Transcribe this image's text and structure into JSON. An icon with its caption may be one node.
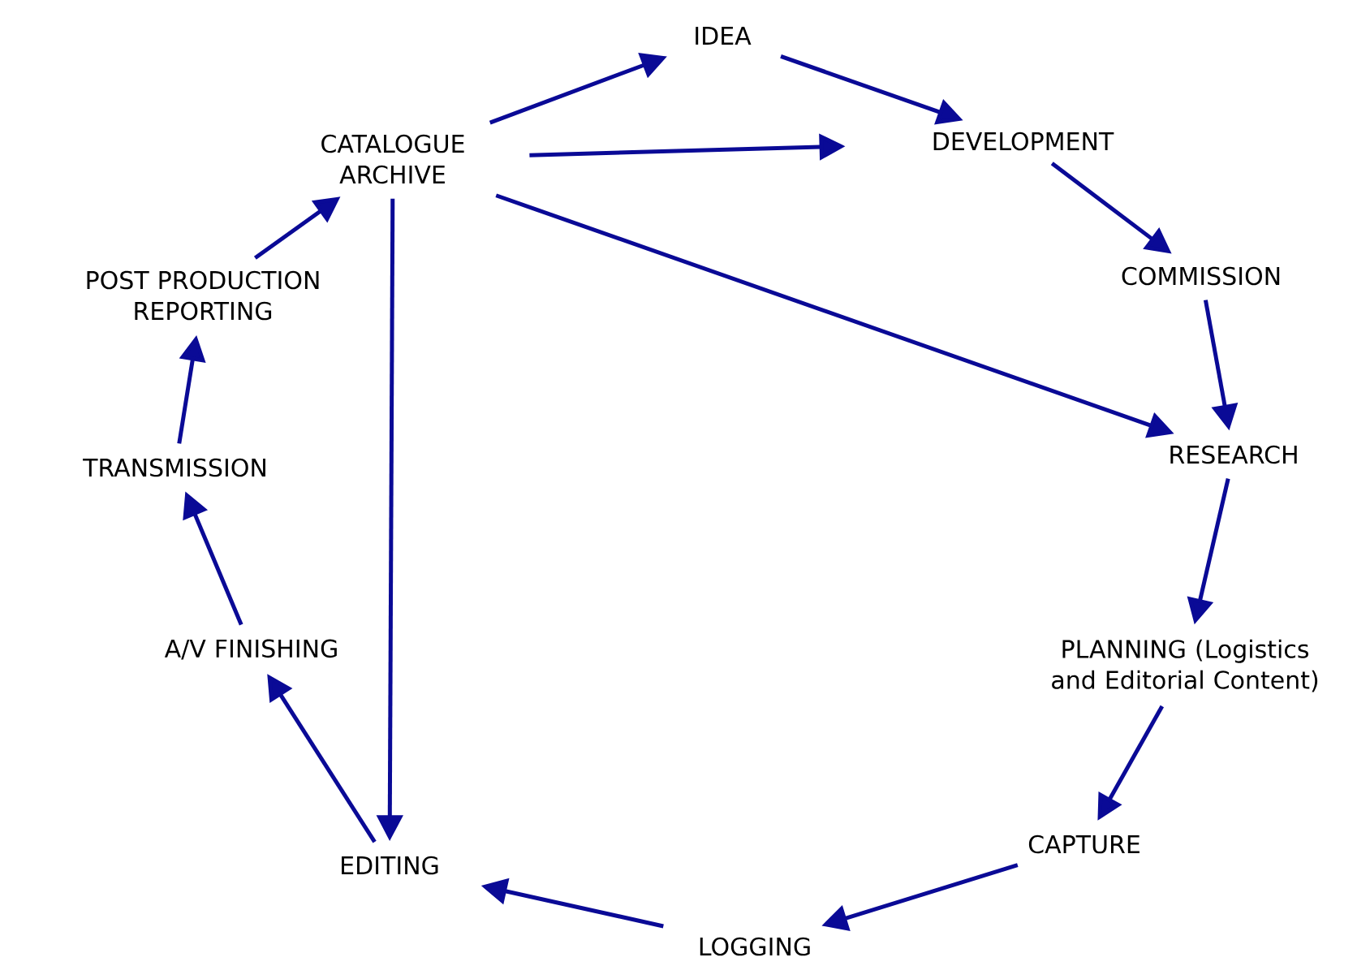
{
  "diagram": {
    "nodes": [
      {
        "text": [
          "IDEA"
        ]
      },
      {
        "text": [
          "DEVELOPMENT"
        ]
      },
      {
        "text": [
          "COMMISSION"
        ]
      },
      {
        "text": [
          "RESEARCH"
        ]
      },
      {
        "text": [
          "PLANNING (Logistics and Editorial Content)"
        ]
      },
      {
        "text": [
          "CAPTURE"
        ]
      },
      {
        "text": [
          "LOGGING"
        ]
      },
      {
        "text": [
          "EDITING"
        ]
      },
      {
        "text": [
          "A/V FINISHING"
        ]
      },
      {
        "text": [
          "TRANSMISSION"
        ]
      },
      {
        "text": [
          "POST PRODUCTION REPORTING"
        ]
      },
      {
        "text": [
          "CATALOGUE ARCHIVE"
        ]
      }
    ],
    "edges": [
      {
        "from": 11,
        "to": 0,
        "arrow": "to"
      },
      {
        "from": 0,
        "to": 1,
        "arrow": "to"
      },
      {
        "from": 11,
        "to": 1,
        "arrow": "to"
      },
      {
        "from": 1,
        "to": 2,
        "arrow": "to"
      },
      {
        "from": 2,
        "to": 3,
        "arrow": "to"
      },
      {
        "from": 11,
        "to": 3,
        "arrow": "to"
      },
      {
        "from": 3,
        "to": 4,
        "arrow": "to"
      },
      {
        "from": 4,
        "to": 5,
        "arrow": "to"
      },
      {
        "from": 5,
        "to": 6,
        "arrow": "to"
      },
      {
        "from": 6,
        "to": 7,
        "arrow": "to"
      },
      {
        "from": 7,
        "to": 8,
        "arrow": "to"
      },
      {
        "from": 8,
        "to": 9,
        "arrow": "to"
      },
      {
        "from": 9,
        "to": 10,
        "arrow": "to"
      },
      {
        "from": 10,
        "to": 11,
        "arrow": "to"
      },
      {
        "from": 11,
        "to": 7,
        "arrow": "to"
      }
    ]
  }
}
